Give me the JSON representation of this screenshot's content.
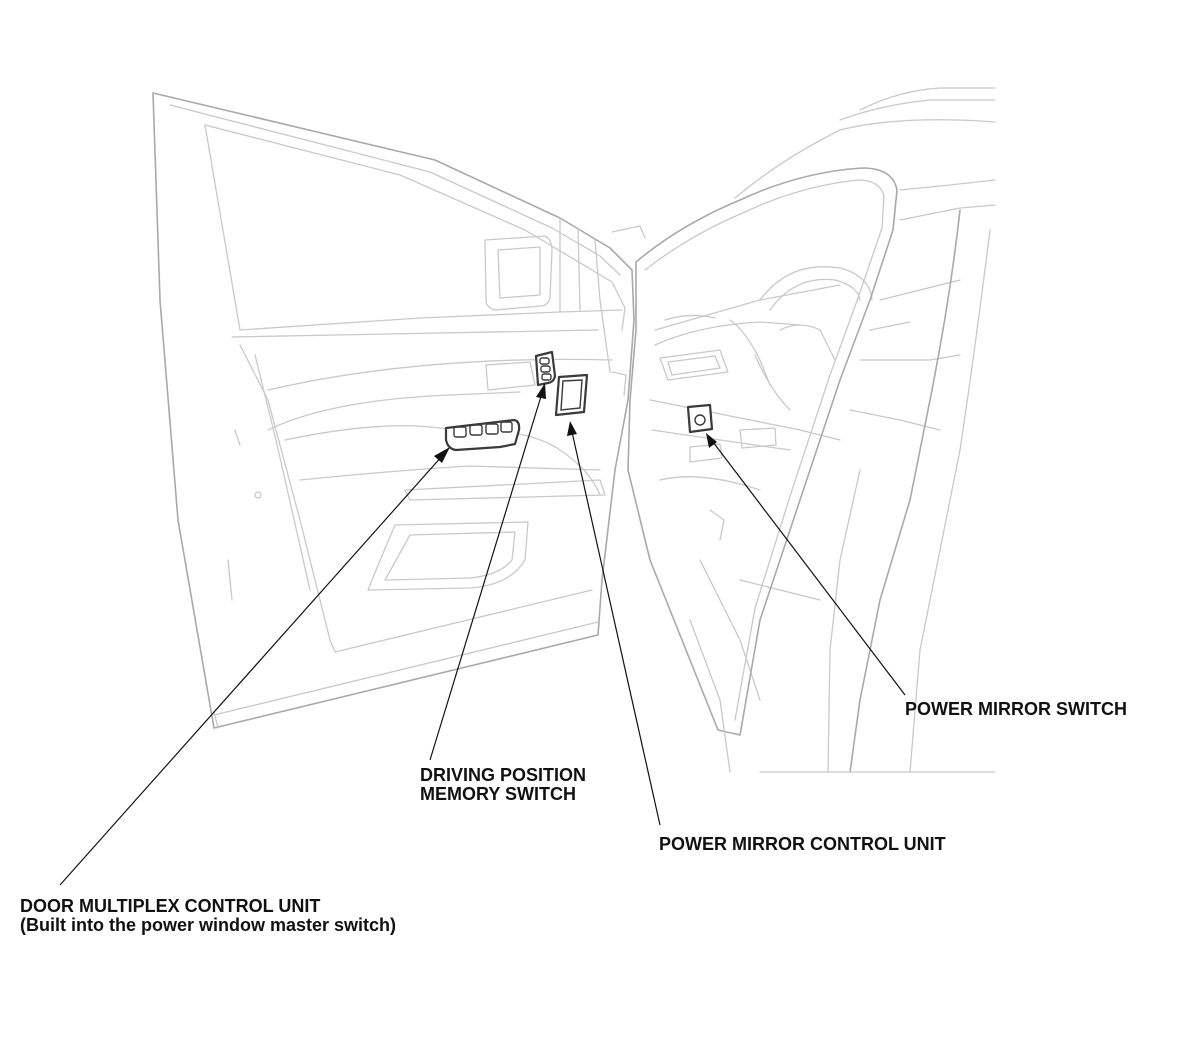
{
  "figure": {
    "callouts": [
      {
        "id": "door-multiplex-control-unit",
        "lines": [
          "DOOR MULTIPLEX CONTROL UNIT",
          "(Built into the power window master switch)"
        ]
      },
      {
        "id": "driving-position-memory-switch",
        "lines": [
          "DRIVING POSITION",
          "MEMORY SWITCH"
        ]
      },
      {
        "id": "power-mirror-control-unit",
        "lines": [
          "POWER MIRROR CONTROL UNIT"
        ]
      },
      {
        "id": "power-mirror-switch",
        "lines": [
          "POWER MIRROR SWITCH"
        ]
      }
    ]
  }
}
